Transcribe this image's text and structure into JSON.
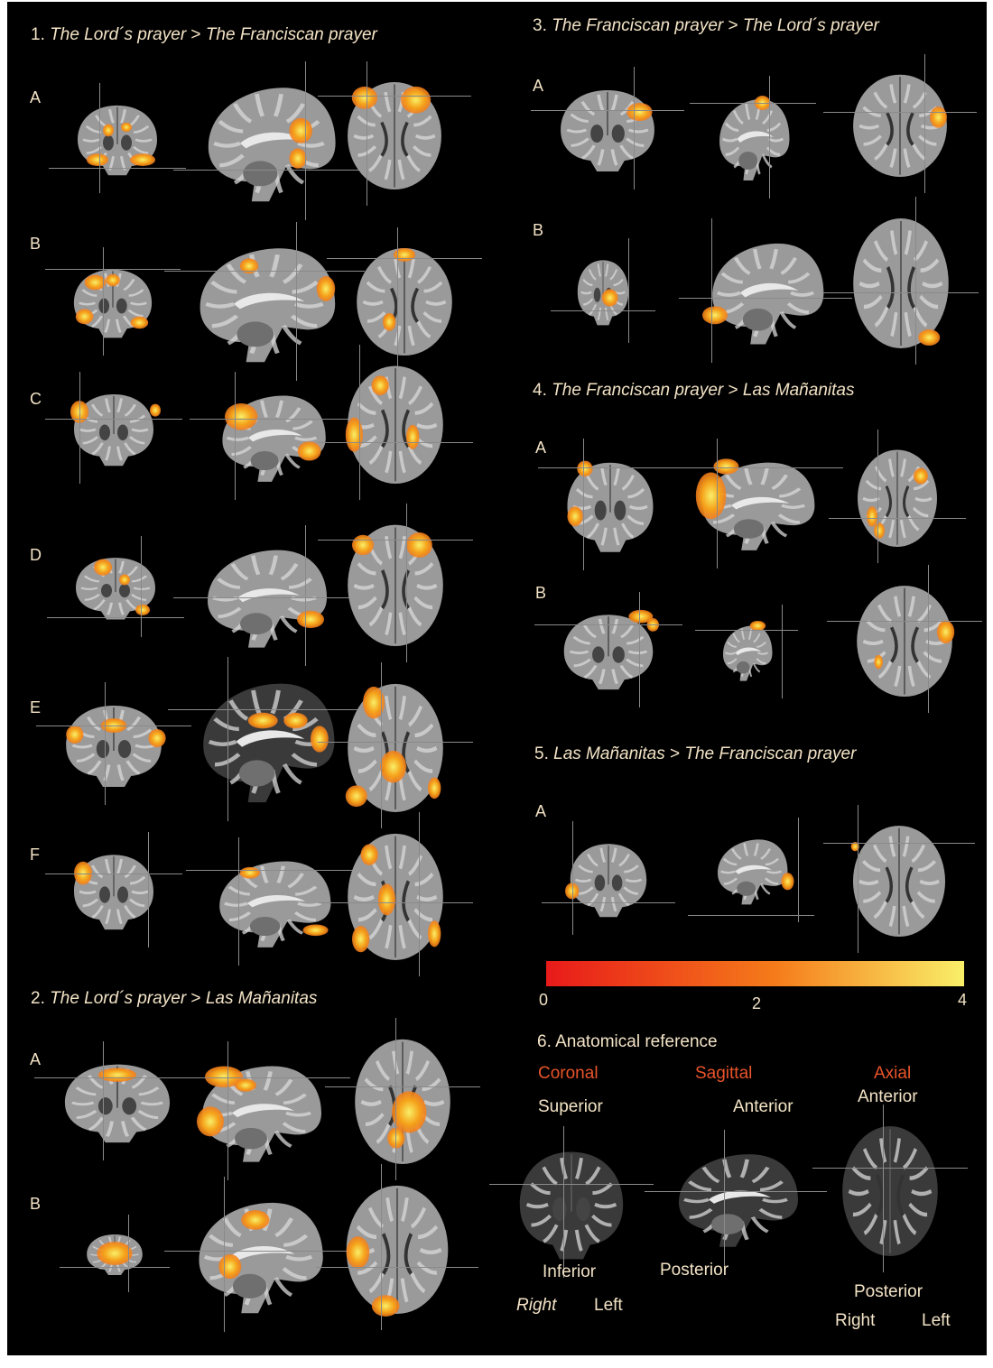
{
  "colors": {
    "background": "#000000",
    "text": "#f3e3c6",
    "reference_label": "#e8542a",
    "colorbar_low": "#e81a1a",
    "colorbar_mid": "#f57c1a",
    "colorbar_high": "#f9ef68"
  },
  "sections": [
    {
      "number": "1.",
      "left": "The Lord´s prayer",
      "sep": " > ",
      "right": "The Franciscan prayer"
    },
    {
      "number": "2.",
      "left": "The Lord´s prayer",
      "sep": " > ",
      "right": "Las Mañanitas"
    },
    {
      "number": "3.",
      "left": "The Franciscan prayer",
      "sep": " > ",
      "right": "The Lord´s prayer"
    },
    {
      "number": "4.",
      "left": "The Franciscan prayer",
      "sep": " > ",
      "right": "Las Mañanitas"
    },
    {
      "number": "5.",
      "left": "Las Mañanitas",
      "sep": " > ",
      "right": "The Franciscan prayer"
    }
  ],
  "row_labels": [
    "A",
    "B",
    "C",
    "D",
    "E",
    "F"
  ],
  "colorbar": {
    "min": "0",
    "mid": "2",
    "max": "4"
  },
  "reference": {
    "title": "6. Anatomical reference",
    "coronal": "Coronal",
    "sagittal": "Sagittal",
    "axial": "Axial",
    "superior": "Superior",
    "inferior": "Inferior",
    "anterior": "Anterior",
    "posterior": "Posterior",
    "right_italic": "Right",
    "left": "Left",
    "right": "Right"
  }
}
